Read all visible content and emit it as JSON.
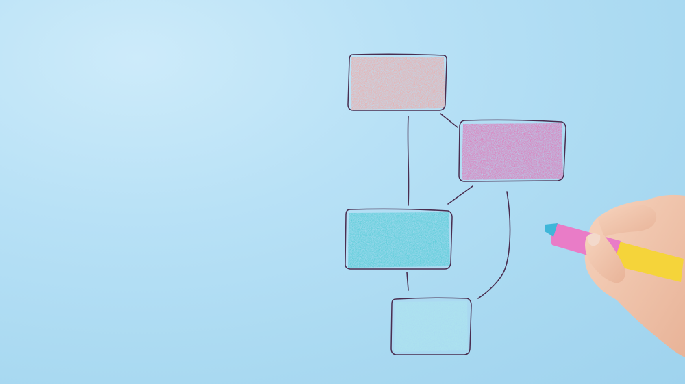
{
  "scene": {
    "background_color": "#b6e0f5",
    "boxes": [
      {
        "name": "top-box",
        "fill": "#f2a5a0"
      },
      {
        "name": "right-box",
        "fill": "#e56aae"
      },
      {
        "name": "middle-box",
        "fill": "#4cc9d3"
      },
      {
        "name": "bottom-box",
        "fill": "#aee6ee"
      }
    ],
    "ink_color": "#4a2d4f",
    "marker": {
      "cap_color": "#e97cc7",
      "body_color": "#f5d43a",
      "tip_color": "#3fb6d9"
    }
  }
}
